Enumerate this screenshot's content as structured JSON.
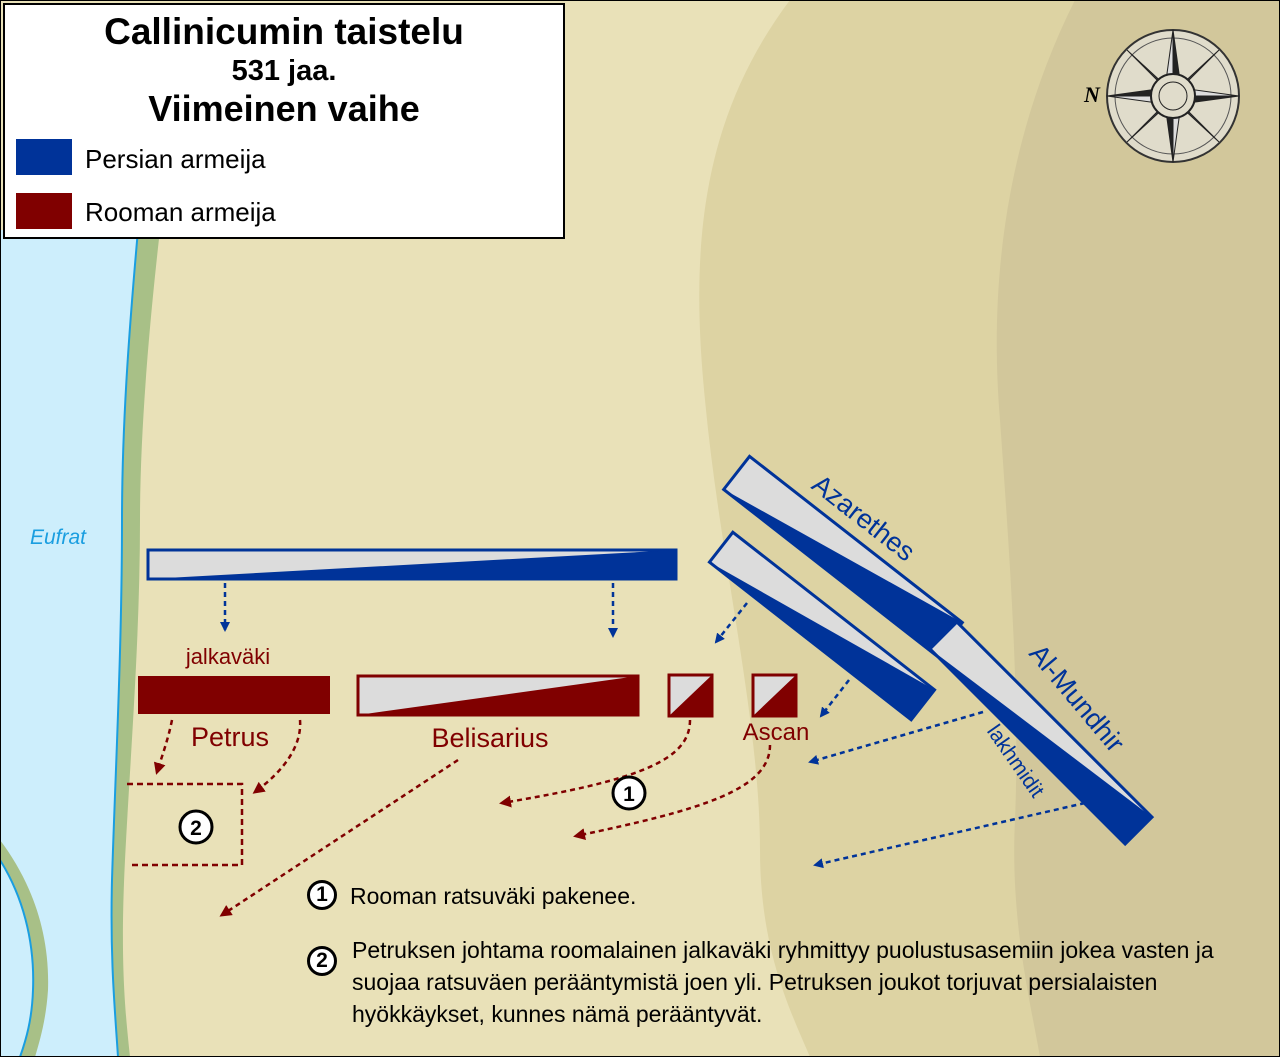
{
  "legend": {
    "title": "Callinicumin taistelu",
    "year": "531 jaa.",
    "phase": "Viimeinen vaihe",
    "persian_label": "Persian armeija",
    "roman_label": "Rooman armeija",
    "persian_color": "#003399",
    "roman_color": "#800000"
  },
  "map": {
    "river_label": "Eufrat",
    "units": {
      "jalkavaki": "jalkaväki",
      "petrus": "Petrus",
      "belisarius": "Belisarius",
      "ascan": "Ascan",
      "azarethes": "Azarethes",
      "al_mundhir": "Al-Mundhir",
      "lakhmidit": "lakhmidit"
    },
    "markers": {
      "one": "1",
      "two": "2"
    },
    "colors": {
      "river": "#cdeefc",
      "river_edge": "#1a9ee0",
      "bank": "#a8c087",
      "sand": "#e9e1b8",
      "dune": "#ddd3a3",
      "dune_dark": "#d2c79b"
    },
    "compass_label": "N"
  },
  "notes": {
    "n1_num": "1",
    "n1": "Rooman ratsuväki pakenee.",
    "n2_num": "2",
    "n2": "Petruksen johtama roomalainen jalkaväki ryhmittyy puolustusasemiin jokea vasten ja suojaa ratsuväen perääntymistä joen yli. Petruksen joukot torjuvat persialaisten hyökkäykset, kunnes nämä perääntyvät."
  }
}
